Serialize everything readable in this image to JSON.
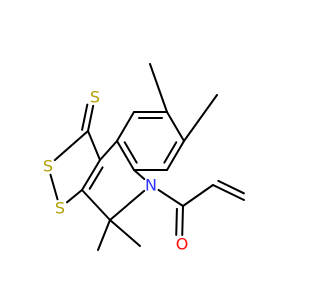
{
  "molecule": {
    "atoms": {
      "s_exo": "S",
      "s_ring_upper": "S",
      "s_ring_lower": "S",
      "nitrogen": "N",
      "oxygen": "O"
    },
    "colors": {
      "sulfur": "#b3a000",
      "nitrogen": "#2f33ff",
      "oxygen": "#ff0d0d",
      "bond": "#000000"
    }
  }
}
